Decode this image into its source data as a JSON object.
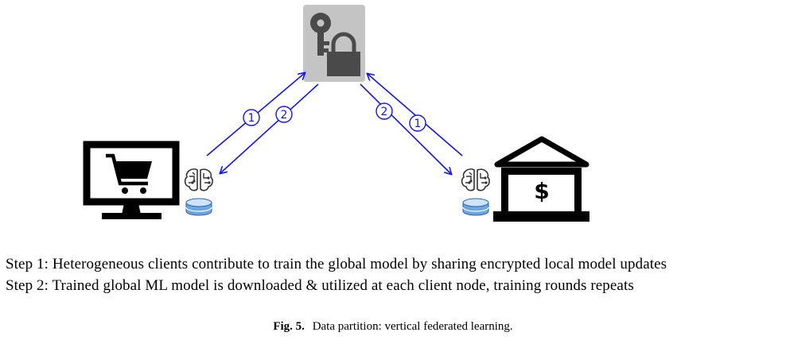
{
  "diagram": {
    "arrows": [
      {
        "from": "client-shop",
        "to": "server",
        "step": "1"
      },
      {
        "from": "server",
        "to": "client-shop",
        "step": "2"
      },
      {
        "from": "server",
        "to": "client-bank",
        "step": "2"
      },
      {
        "from": "client-bank",
        "to": "server",
        "step": "1"
      }
    ],
    "arrow_color": "#1515ee",
    "server_icon": "key-lock-icon",
    "client_icons": [
      "shopping-cart-monitor-icon",
      "bank-icon"
    ],
    "model_icon": "brain-circuit-icon",
    "data_icon": "database-icon",
    "bank_symbol": "$"
  },
  "steps": [
    "Step 1: Heterogeneous clients contribute to train the global model  by sharing encrypted local model updates",
    "Step 2: Trained global ML model is downloaded & utilized at each client node, training rounds repeats"
  ],
  "caption": {
    "label": "Fig. 5.",
    "text": "Data partition: vertical federated learning."
  }
}
